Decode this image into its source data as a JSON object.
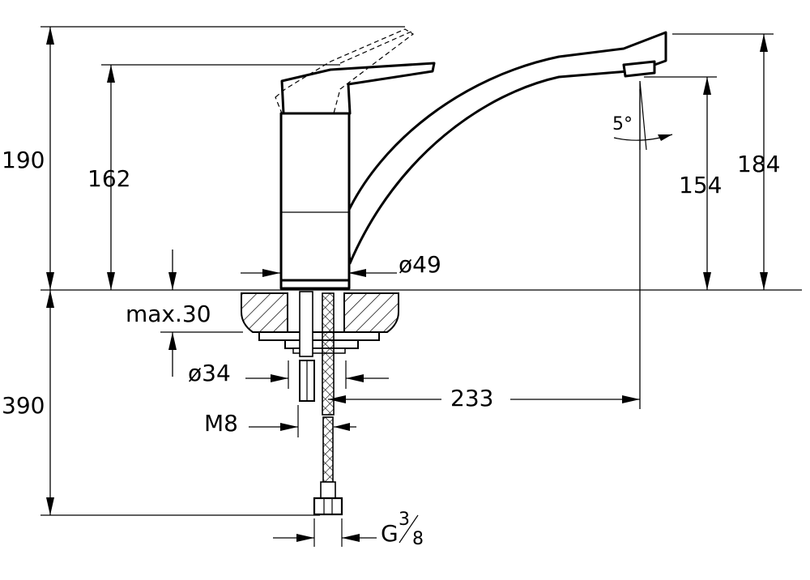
{
  "dimensions": {
    "height_lever_max": "190",
    "height_lever": "162",
    "height_outlet": "154",
    "height_spout_top": "184",
    "body_diameter": "ø49",
    "deck_thickness": "max.30",
    "shank_diameter": "ø34",
    "length_below_deck": "390",
    "spout_reach": "233",
    "stud_thread": "M8",
    "connection_prefix": "G",
    "connection_num": "3",
    "connection_den": "8",
    "outlet_angle": "5°"
  }
}
